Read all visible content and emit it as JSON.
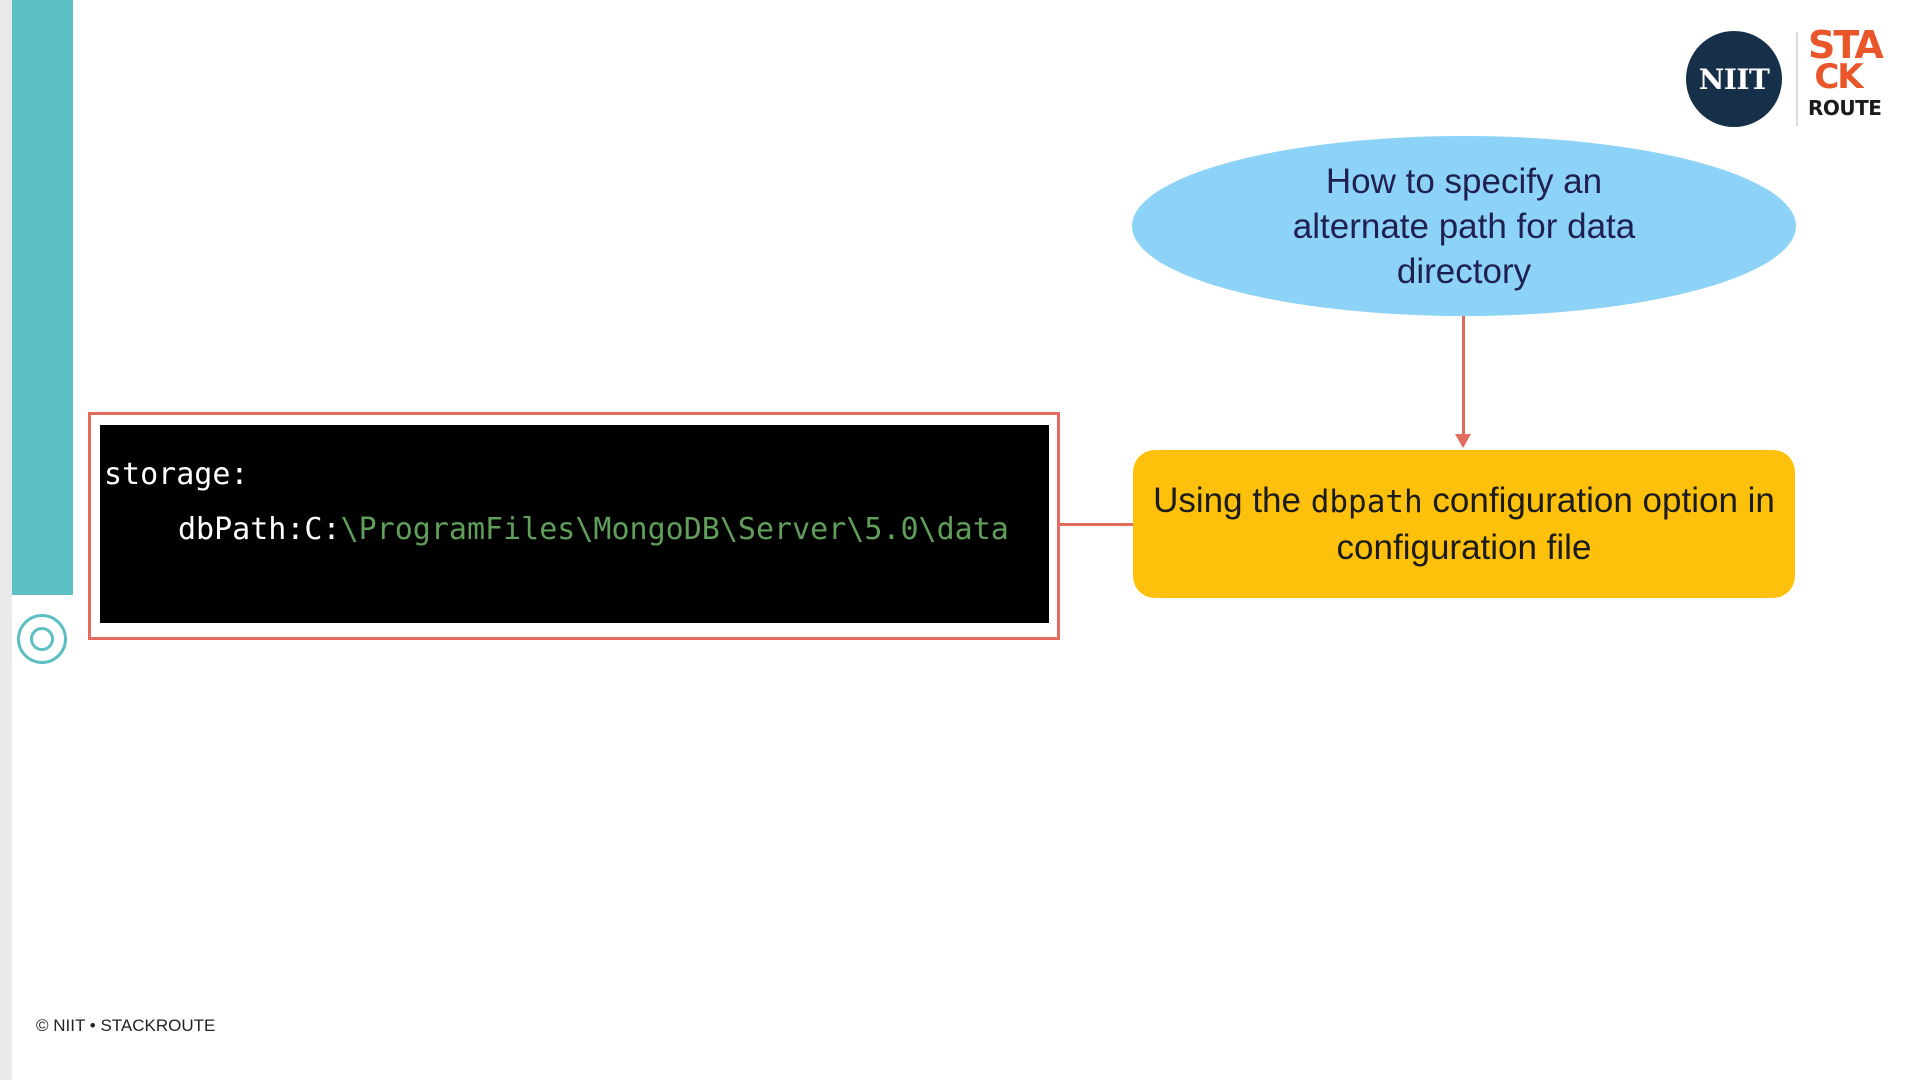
{
  "logos": {
    "niit": "NIIT",
    "stackroute_top": "STA",
    "stackroute_mid": "CK",
    "stackroute_bottom": "ROUTE"
  },
  "oval": {
    "text": "How to specify an alternate path for data directory"
  },
  "option_box": {
    "prefix": "Using the ",
    "keyword": "dbpath",
    "suffix": " configuration option in configuration file"
  },
  "code": {
    "line1": "storage:",
    "line2_key": "dbPath:C:",
    "line2_path": "\\ProgramFiles\\MongoDB\\Server\\5.0\\data"
  },
  "footer": {
    "text": "© NIIT • STACKROUTE"
  },
  "colors": {
    "teal": "#5bbfc3",
    "oval": "#8dd3f7",
    "yellow": "#fec10b",
    "connector": "#e16b5c",
    "code_path": "#5f9f5a"
  }
}
